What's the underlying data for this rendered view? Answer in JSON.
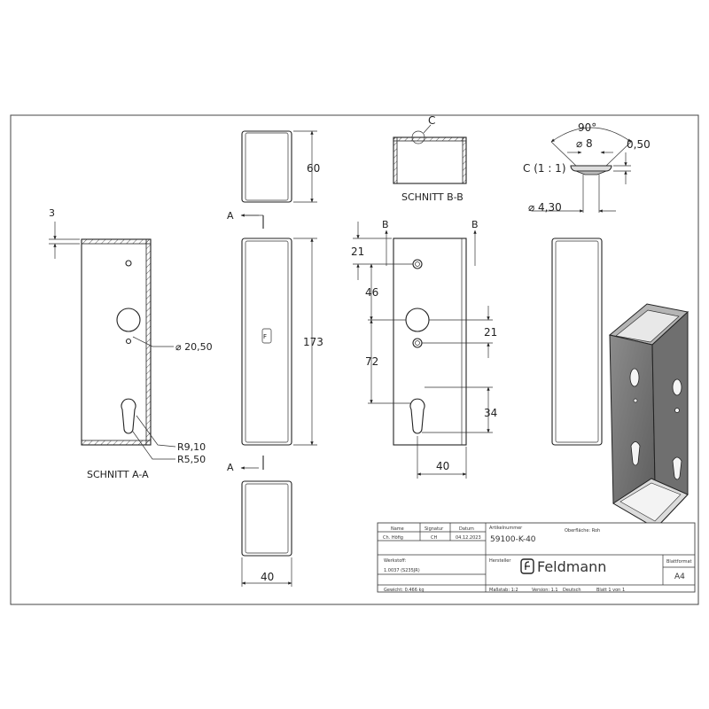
{
  "drawing": {
    "dims": {
      "d60": "60",
      "d3": "3",
      "d173": "173",
      "d40_front": "40",
      "d40_bottom": "40",
      "d21_top": "21",
      "d46": "46",
      "d72": "72",
      "d21_right": "21",
      "d34": "34",
      "dia_20_50": "⌀ 20,50",
      "r9_10": "R9,10",
      "r5_50": "R5,50",
      "ang90": "90°",
      "dia_8": "⌀ 8",
      "d0_50": "0,50",
      "dia_4_30": "⌀ 4,30"
    },
    "labels": {
      "section_aa": "SCHNITT A-A",
      "section_bb": "SCHNITT B-B",
      "detail_ref": "C",
      "detail_title": "C (1 : 1)",
      "cut_a_top": "A",
      "cut_a_bottom": "A",
      "cut_b_left": "B",
      "cut_b_right": "B"
    }
  },
  "title_block": {
    "h_name": "Name",
    "h_signatur": "Signatur",
    "h_datum": "Datum",
    "v_name": "Ch. Höfig",
    "v_signatur": "CH",
    "v_datum": "04.12.2023",
    "l_artikelnummer": "Artikelnummer",
    "v_artikelnummer": "59100-K-40",
    "l_oberflaeche": "Oberfläche: Roh",
    "l_werkstoff": "Werkstoff:",
    "v_werkstoff": "1.0037 (S235JR)",
    "l_hersteller": "Hersteller",
    "brand": "Feldmann",
    "l_blattformat": "Blattformat",
    "v_blattformat": "A4",
    "l_gewicht": "Gewicht: 0.466 kg",
    "l_massstab": "Maßstab: 1:2",
    "l_version": "Version: 1.1",
    "l_sprache": "Deutsch",
    "l_blatt": "Blatt 1 von 1"
  }
}
